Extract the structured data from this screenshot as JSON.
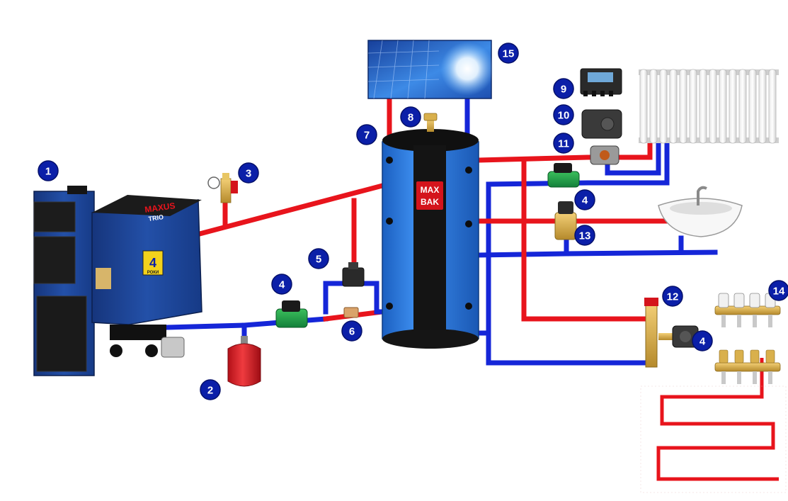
{
  "boiler": {
    "brand": "MAXUS",
    "model": "TRIO",
    "warranty_number": "4",
    "warranty_word": "РОКИ"
  },
  "tank": {
    "brand_line1": "MAX",
    "brand_line2": "BAK"
  },
  "callouts": [
    {
      "id": "1",
      "target": "boiler"
    },
    {
      "id": "2",
      "target": "expansion-vessel"
    },
    {
      "id": "3",
      "target": "safety-group"
    },
    {
      "id": "4",
      "target": "circulation-pump-boiler"
    },
    {
      "id": "5",
      "target": "thermostatic-valve"
    },
    {
      "id": "6",
      "target": "check-valve"
    },
    {
      "id": "7",
      "target": "buffer-tank"
    },
    {
      "id": "8",
      "target": "air-vent"
    },
    {
      "id": "9",
      "target": "controller"
    },
    {
      "id": "10",
      "target": "actuator"
    },
    {
      "id": "11",
      "target": "mixing-valve"
    },
    {
      "id": "4",
      "target": "circulation-pump-radiator"
    },
    {
      "id": "13",
      "target": "thermostatic-mixer"
    },
    {
      "id": "12",
      "target": "underfloor-mixing-unit"
    },
    {
      "id": "4",
      "target": "circulation-pump-underfloor"
    },
    {
      "id": "14",
      "target": "manifold"
    },
    {
      "id": "15",
      "target": "solar-panel"
    }
  ],
  "colors": {
    "hot_pipe": "#e8141c",
    "cold_pipe": "#1526d8",
    "badge": "#0b1fa8",
    "tank_body": "#2b7ad8",
    "boiler_body": "#1f3f8f"
  }
}
